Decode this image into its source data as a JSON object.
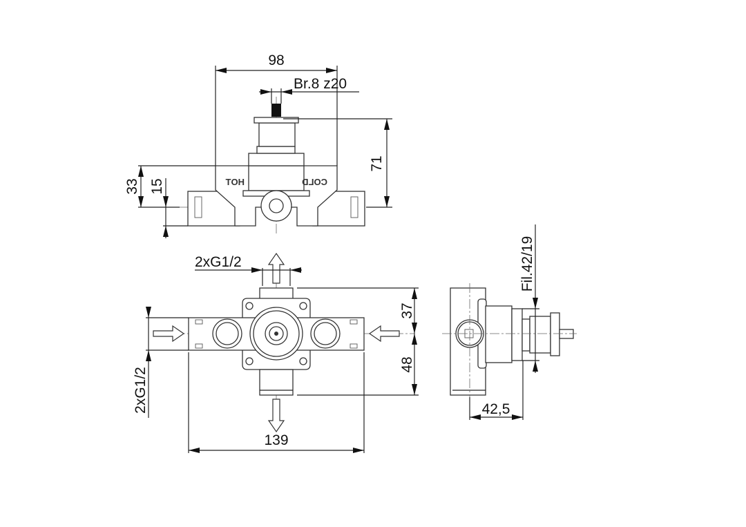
{
  "drawing": {
    "top_view": {
      "width_dim": "98",
      "spindle_dim": "Br.8 z20",
      "height_dim": "71",
      "depth_dim_outer": "33",
      "depth_dim_inner": "15",
      "hot_label": "HOT",
      "cold_label": "COLD"
    },
    "front_view": {
      "outlet_thread_dim": "2xG1/2",
      "inlet_thread_dim": "2xG1/2",
      "overall_width_dim": "139",
      "upper_height_dim": "37",
      "lower_height_dim": "48"
    },
    "side_view": {
      "thread_dim": "Fil.42/19",
      "depth_dim": "42,5"
    }
  }
}
